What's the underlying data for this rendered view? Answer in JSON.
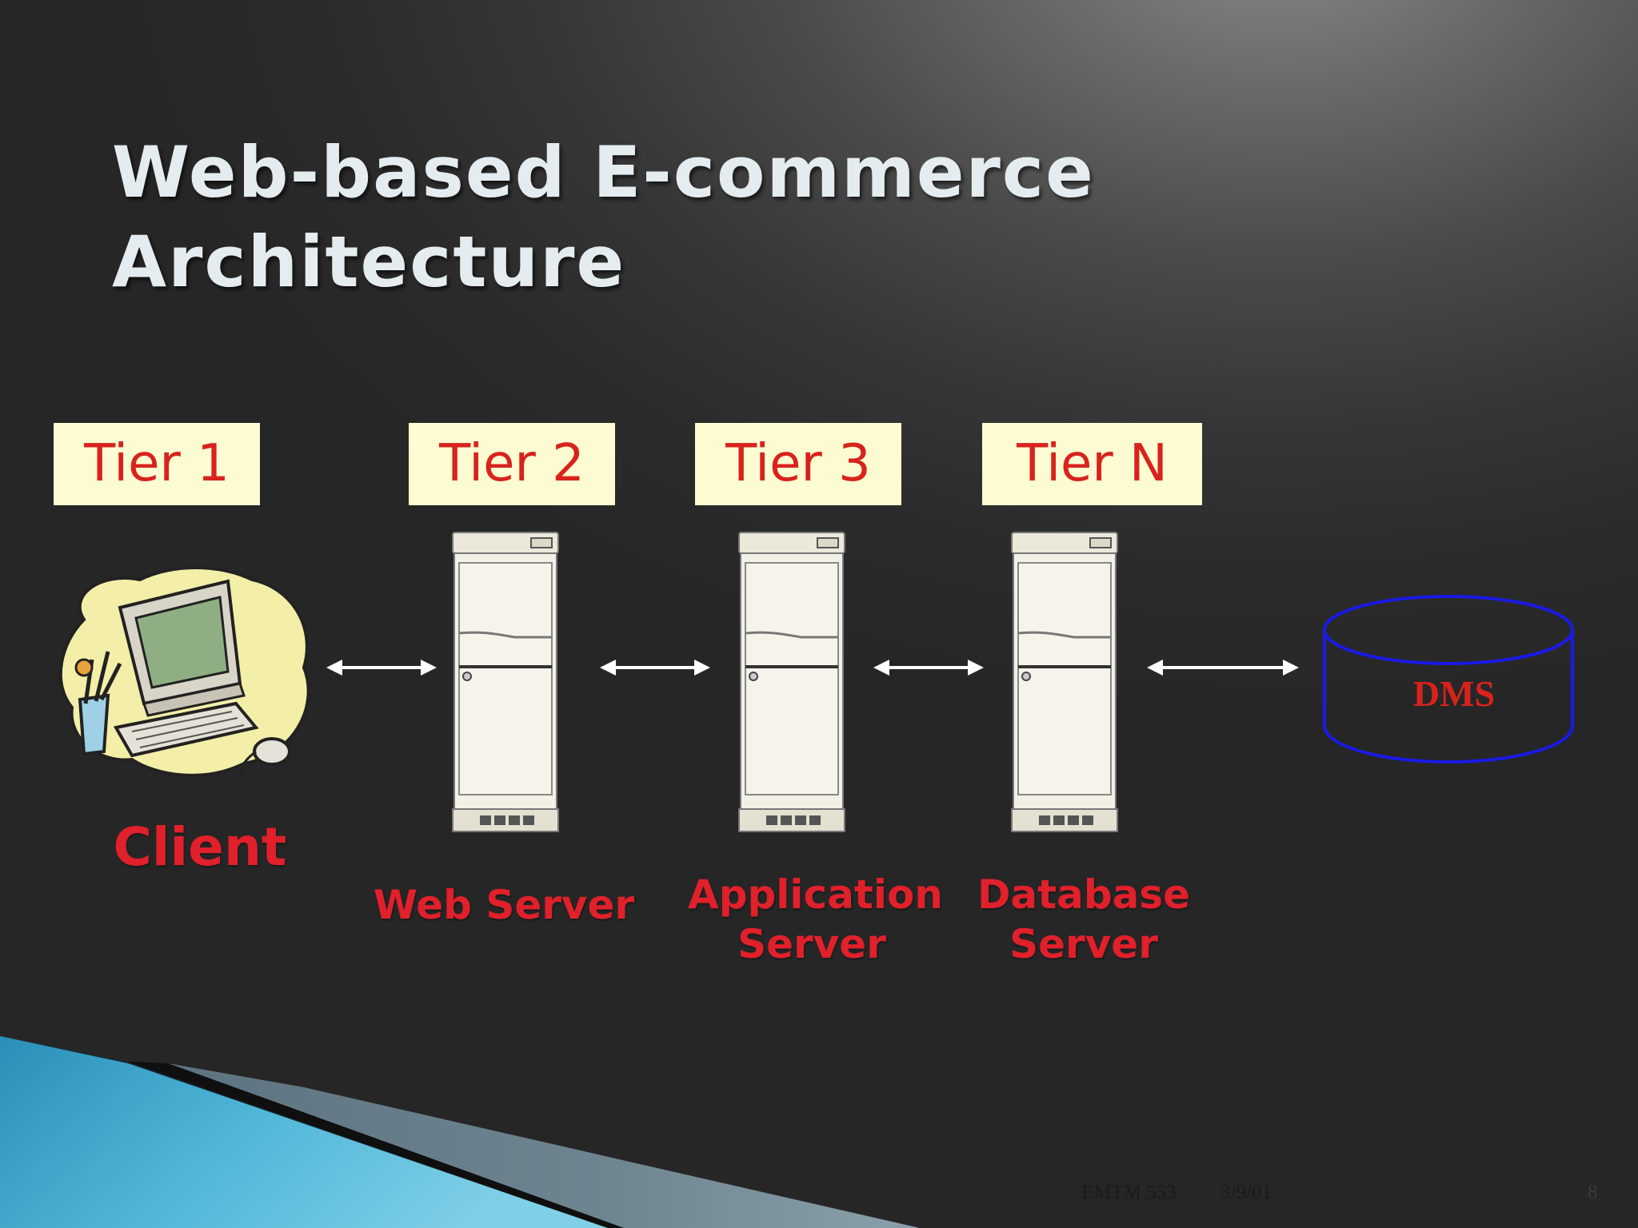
{
  "slide": {
    "title_line1": "Web-based E-commerce",
    "title_line2": "Architecture",
    "tiers": [
      "Tier 1",
      "Tier 2",
      "Tier 3",
      "Tier N"
    ],
    "nodes": {
      "client": "Client",
      "web_server": "Web Server",
      "app_server_line1": "Application",
      "app_server_line2": "Server",
      "db_server_line1": "Database",
      "db_server_line2": "Server",
      "dms": "DMS"
    },
    "footer": {
      "course": "EMTM 553",
      "date": "3/9/01",
      "page": "8"
    }
  },
  "colors": {
    "tier_bg": "#fdfbd2",
    "tier_text": "#d8231c",
    "label_red": "#e0202b",
    "dms_outline": "#1a1ae6",
    "accent_blue": "#3ab0d4"
  }
}
